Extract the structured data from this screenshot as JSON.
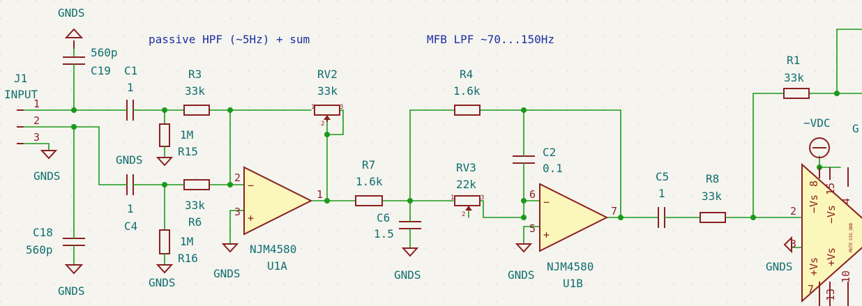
{
  "notes": {
    "hpf": "passive HPF (~5Hz) + sum",
    "lpf": "MFB LPF ~70...150Hz"
  },
  "connector": {
    "ref": "J1",
    "name": "INPUT",
    "pins": [
      "1",
      "2",
      "3"
    ]
  },
  "gnd": "GNDS",
  "vdc": "−VDC",
  "vdc_partial": "G",
  "parts": {
    "C19": {
      "ref": "C19",
      "value": "560p"
    },
    "C18": {
      "ref": "C18",
      "value": "560p"
    },
    "C1": {
      "ref": "C1",
      "value": "1"
    },
    "C4": {
      "ref": "C4",
      "value": "1"
    },
    "R3": {
      "ref": "R3",
      "value": "33k"
    },
    "R6": {
      "ref": "R6",
      "value": "33k"
    },
    "R15": {
      "ref": "R15",
      "value": "1M"
    },
    "R16": {
      "ref": "R16",
      "value": "1M"
    },
    "RV2": {
      "ref": "RV2",
      "value": "33k"
    },
    "U1A": {
      "ref": "U1A",
      "value": "NJM4580"
    },
    "R7": {
      "ref": "R7",
      "value": "1.6k"
    },
    "C6": {
      "ref": "C6",
      "value": "1.5"
    },
    "RV3": {
      "ref": "RV3",
      "value": "22k"
    },
    "R4": {
      "ref": "R4",
      "value": "1.6k"
    },
    "C2": {
      "ref": "C2",
      "value": "0.1"
    },
    "U1B": {
      "ref": "U1B",
      "value": "NJM4580"
    },
    "C5": {
      "ref": "C5",
      "value": "1"
    },
    "R8": {
      "ref": "R8",
      "value": "33k"
    },
    "R1": {
      "ref": "R1",
      "value": "33k"
    }
  },
  "pin_numbers": {
    "opamp_a": [
      "2",
      "3",
      "1"
    ],
    "opamp_b": [
      "6",
      "5",
      "7"
    ],
    "pot": [
      "1",
      "2",
      "3"
    ],
    "u2_left": [
      "2",
      "3",
      "7"
    ],
    "u2_top": [
      "8",
      "15",
      "4"
    ],
    "u2_bottom": [
      "13",
      "10"
    ]
  },
  "u2": {
    "minus_vs": "−Vs",
    "plus_vs": "+Vs",
    "sig_gnd": "SIG_GND",
    "mute": "MUTE"
  },
  "opamp_signs": {
    "minus": "−",
    "plus": "+"
  },
  "colors": {
    "wire": "#1a9a1a",
    "component": "#8a1f1f",
    "opamp_fill": "#fbf6b9",
    "label": "#0f6e6e",
    "note": "#1c2fa0",
    "background": "#f5f4ef"
  }
}
